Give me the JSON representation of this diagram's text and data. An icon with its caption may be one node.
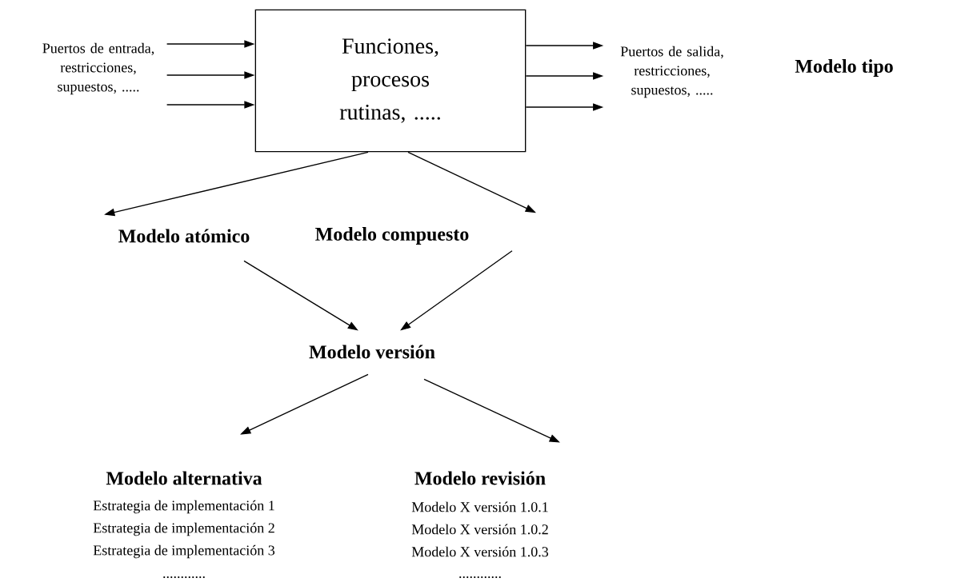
{
  "diagram": {
    "nodes": [
      {
        "text": [
          "Puertos de entrada, restricciones, supuestos, ....."
        ]
      },
      {
        "text": [
          "Funciones, procesos rutinas, ....."
        ]
      },
      {
        "text": [
          "Puertos de salida, restricciones, supuestos, ....."
        ]
      },
      {
        "text": [
          "Modelo atómico"
        ]
      },
      {
        "text": [
          "Modelo compuesto"
        ]
      },
      {
        "text": [
          "Modelo versión"
        ]
      },
      {
        "text": [
          "Modelo alternativa"
        ],
        "beside": [
          "Estrategia de implementación 1",
          "Estrategia de implementación 2",
          "Estrategia de implementación 3",
          "............"
        ]
      },
      {
        "text": [
          "Modelo revisión"
        ],
        "beside": [
          "Modelo X versión 1.0.1",
          "Modelo X versión 1.0.2",
          "Modelo X versión 1.0.3",
          "............"
        ]
      }
    ],
    "edges": [
      {
        "from": 0,
        "to": 1,
        "arrow": "to"
      },
      {
        "from": 0,
        "to": 1,
        "arrow": "to"
      },
      {
        "from": 0,
        "to": 1,
        "arrow": "to"
      },
      {
        "from": 1,
        "to": 2,
        "arrow": "to"
      },
      {
        "from": 1,
        "to": 2,
        "arrow": "to"
      },
      {
        "from": 1,
        "to": 2,
        "arrow": "to"
      },
      {
        "from": 1,
        "to": 3,
        "arrow": "to"
      },
      {
        "from": 1,
        "to": 4,
        "arrow": "to"
      },
      {
        "from": 3,
        "to": 5,
        "arrow": "to"
      },
      {
        "from": 4,
        "to": 5,
        "arrow": "to"
      },
      {
        "from": 5,
        "to": 6,
        "arrow": "to"
      },
      {
        "from": 5,
        "to": 7,
        "arrow": "to"
      }
    ],
    "labels": [
      "Modelo tipo"
    ]
  }
}
